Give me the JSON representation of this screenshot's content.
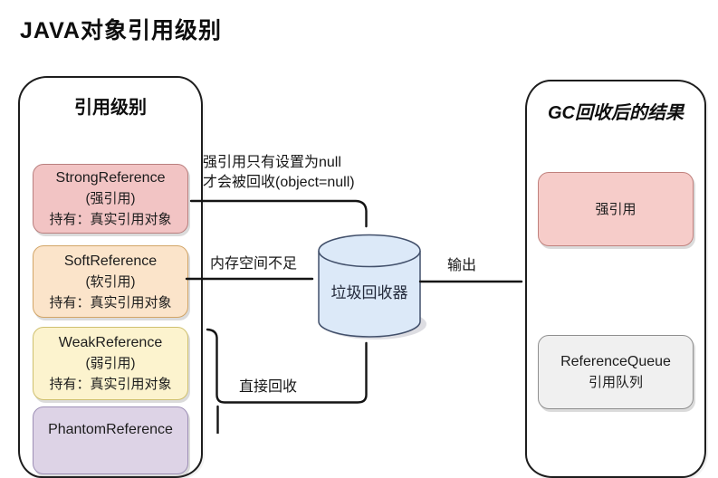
{
  "title": "JAVA对象引用级别",
  "left_panel": {
    "header": "引用级别",
    "boxes": [
      {
        "title": "StrongReference",
        "subtitle": "(强引用)",
        "holds": "持有：真实引用对象"
      },
      {
        "title": "SoftReference",
        "subtitle": "(软引用)",
        "holds": "持有：真实引用对象"
      },
      {
        "title": "WeakReference",
        "subtitle": "(弱引用)",
        "holds": "持有：真实引用对象"
      },
      {
        "title": "PhantomReference"
      }
    ]
  },
  "right_panel": {
    "header": "GC回收后的结果",
    "boxes": [
      {
        "title": "强引用"
      },
      {
        "title": "ReferenceQueue",
        "subtitle": "引用队列"
      }
    ]
  },
  "collector": {
    "label": "垃圾回收器"
  },
  "annotations": {
    "strong_line1": "强引用只有设置为null",
    "strong_line2": "才会被回收(object=null)",
    "soft": "内存空间不足",
    "direct": "直接回收",
    "output": "输出"
  },
  "colors": {
    "panel_border": "#1d1d1d",
    "arrow": "#141414",
    "strong_fill": "#F2C4C4",
    "strong_border": "#B97F7E",
    "soft_fill": "#FBE4CA",
    "soft_border": "#D2A567",
    "weak_fill": "#FCF3CE",
    "weak_border": "#CFC06F",
    "phantom_fill": "#DDD3E6",
    "phantom_border": "#9D8FB5",
    "result_strong_fill": "#F6CCC9",
    "result_strong_border": "#C0817D",
    "queue_fill": "#F0F0F0",
    "queue_border": "#8F8F8F",
    "collector_fill": "#DCE9F8",
    "collector_stroke": "#42506B"
  }
}
